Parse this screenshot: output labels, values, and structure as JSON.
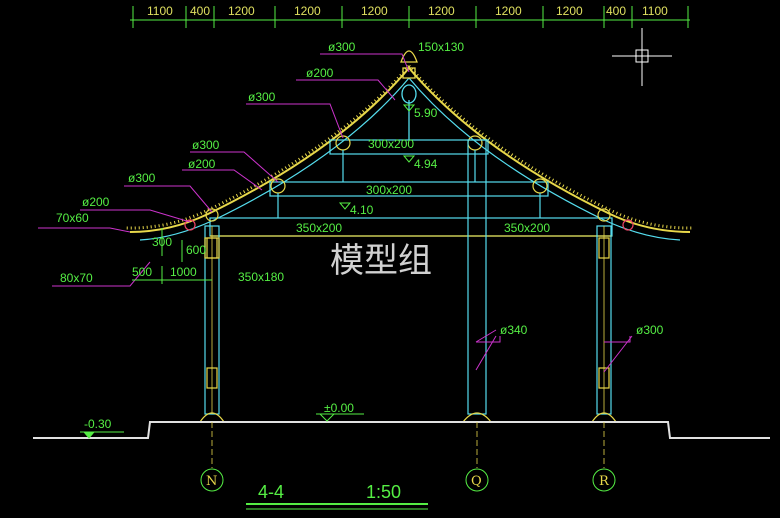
{
  "drawing": {
    "dimensions_top": [
      "1100",
      "400",
      "1200",
      "1200",
      "1200",
      "1200",
      "1200",
      "1200",
      "400",
      "1100"
    ],
    "ridge_beam": "150x130",
    "ridge_note": "ø300",
    "notes": {
      "n1": "ø200",
      "n2": "ø300",
      "n3": "ø300",
      "n4": "ø200",
      "n5": "ø300",
      "n6": "ø200",
      "n7": "70x60",
      "n8": "80x70",
      "n9": "ø340",
      "n10": "ø300"
    },
    "beams": {
      "b_top": "300x200",
      "b_mid": "300x200",
      "b_low_left": "350x200",
      "b_low_right": "350x200",
      "b_side": "350x180"
    },
    "elevations": {
      "e1": "5.90",
      "e2": "4.94",
      "e3": "4.10",
      "e0": "±0.00",
      "eneg": "-0.30"
    },
    "small_dims": {
      "d300": "300",
      "d600": "600",
      "d500": "500",
      "d1000": "1000"
    },
    "axes": [
      "N",
      "Q",
      "R"
    ],
    "section_title": "4-4",
    "scale": "1:50",
    "watermark": "模型组"
  }
}
